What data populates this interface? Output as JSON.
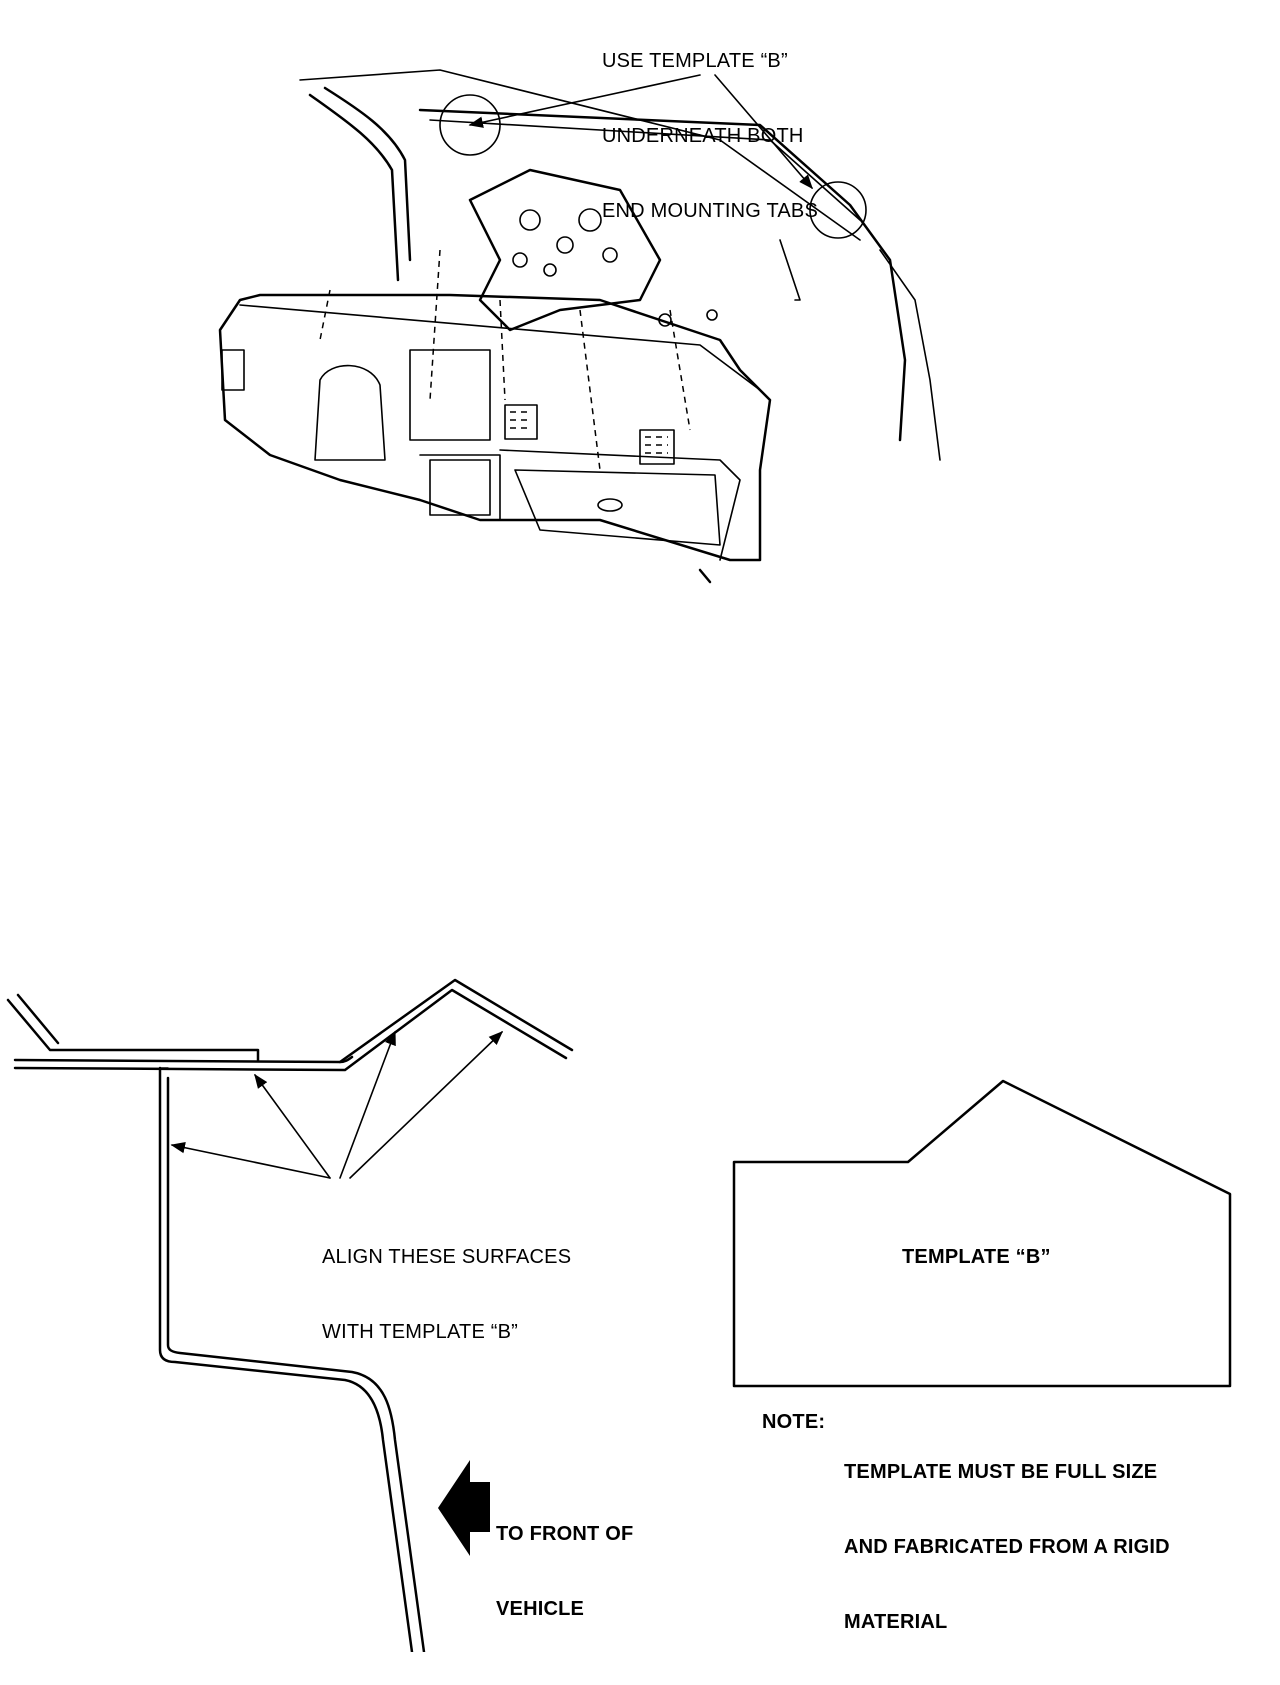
{
  "callout_top": {
    "line1": "USE TEMPLATE “B”",
    "line2": "UNDERNEATH BOTH",
    "line3": "END MOUNTING TABS"
  },
  "align_label": {
    "line1": "ALIGN THESE SURFACES",
    "line2": "WITH TEMPLATE “B”"
  },
  "template_label": "TEMPLATE “B”",
  "note": {
    "prefix": "NOTE:",
    "line1": "TEMPLATE MUST BE FULL SIZE",
    "line2": "AND FABRICATED FROM A RIGID",
    "line3": "MATERIAL"
  },
  "direction_label": {
    "line1": "TO FRONT OF",
    "line2": "VEHICLE"
  }
}
